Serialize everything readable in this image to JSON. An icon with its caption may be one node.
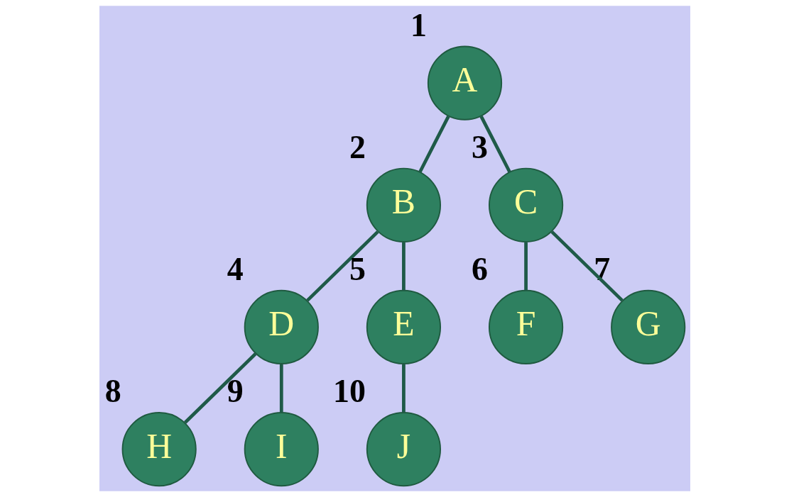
{
  "diagram": {
    "nodes": [
      {
        "text": [
          "A"
        ],
        "beside": [
          "1"
        ]
      },
      {
        "text": [
          "B"
        ],
        "beside": [
          "2"
        ]
      },
      {
        "text": [
          "C"
        ],
        "beside": [
          "3"
        ]
      },
      {
        "text": [
          "D"
        ],
        "beside": [
          "4"
        ]
      },
      {
        "text": [
          "E"
        ],
        "beside": [
          "5"
        ]
      },
      {
        "text": [
          "F"
        ],
        "beside": [
          "6"
        ]
      },
      {
        "text": [
          "G"
        ],
        "beside": [
          "7"
        ]
      },
      {
        "text": [
          "H"
        ],
        "beside": [
          "8"
        ]
      },
      {
        "text": [
          "I"
        ],
        "beside": [
          "9"
        ]
      },
      {
        "text": [
          "J"
        ],
        "beside": [
          "10"
        ]
      }
    ],
    "edges": [
      {
        "from": 0,
        "to": 1,
        "arrow": "none"
      },
      {
        "from": 0,
        "to": 2,
        "arrow": "none"
      },
      {
        "from": 1,
        "to": 3,
        "arrow": "none"
      },
      {
        "from": 1,
        "to": 4,
        "arrow": "none"
      },
      {
        "from": 2,
        "to": 5,
        "arrow": "none"
      },
      {
        "from": 2,
        "to": 6,
        "arrow": "none"
      },
      {
        "from": 3,
        "to": 7,
        "arrow": "none"
      },
      {
        "from": 3,
        "to": 8,
        "arrow": "none"
      },
      {
        "from": 4,
        "to": 9,
        "arrow": "none"
      }
    ]
  }
}
